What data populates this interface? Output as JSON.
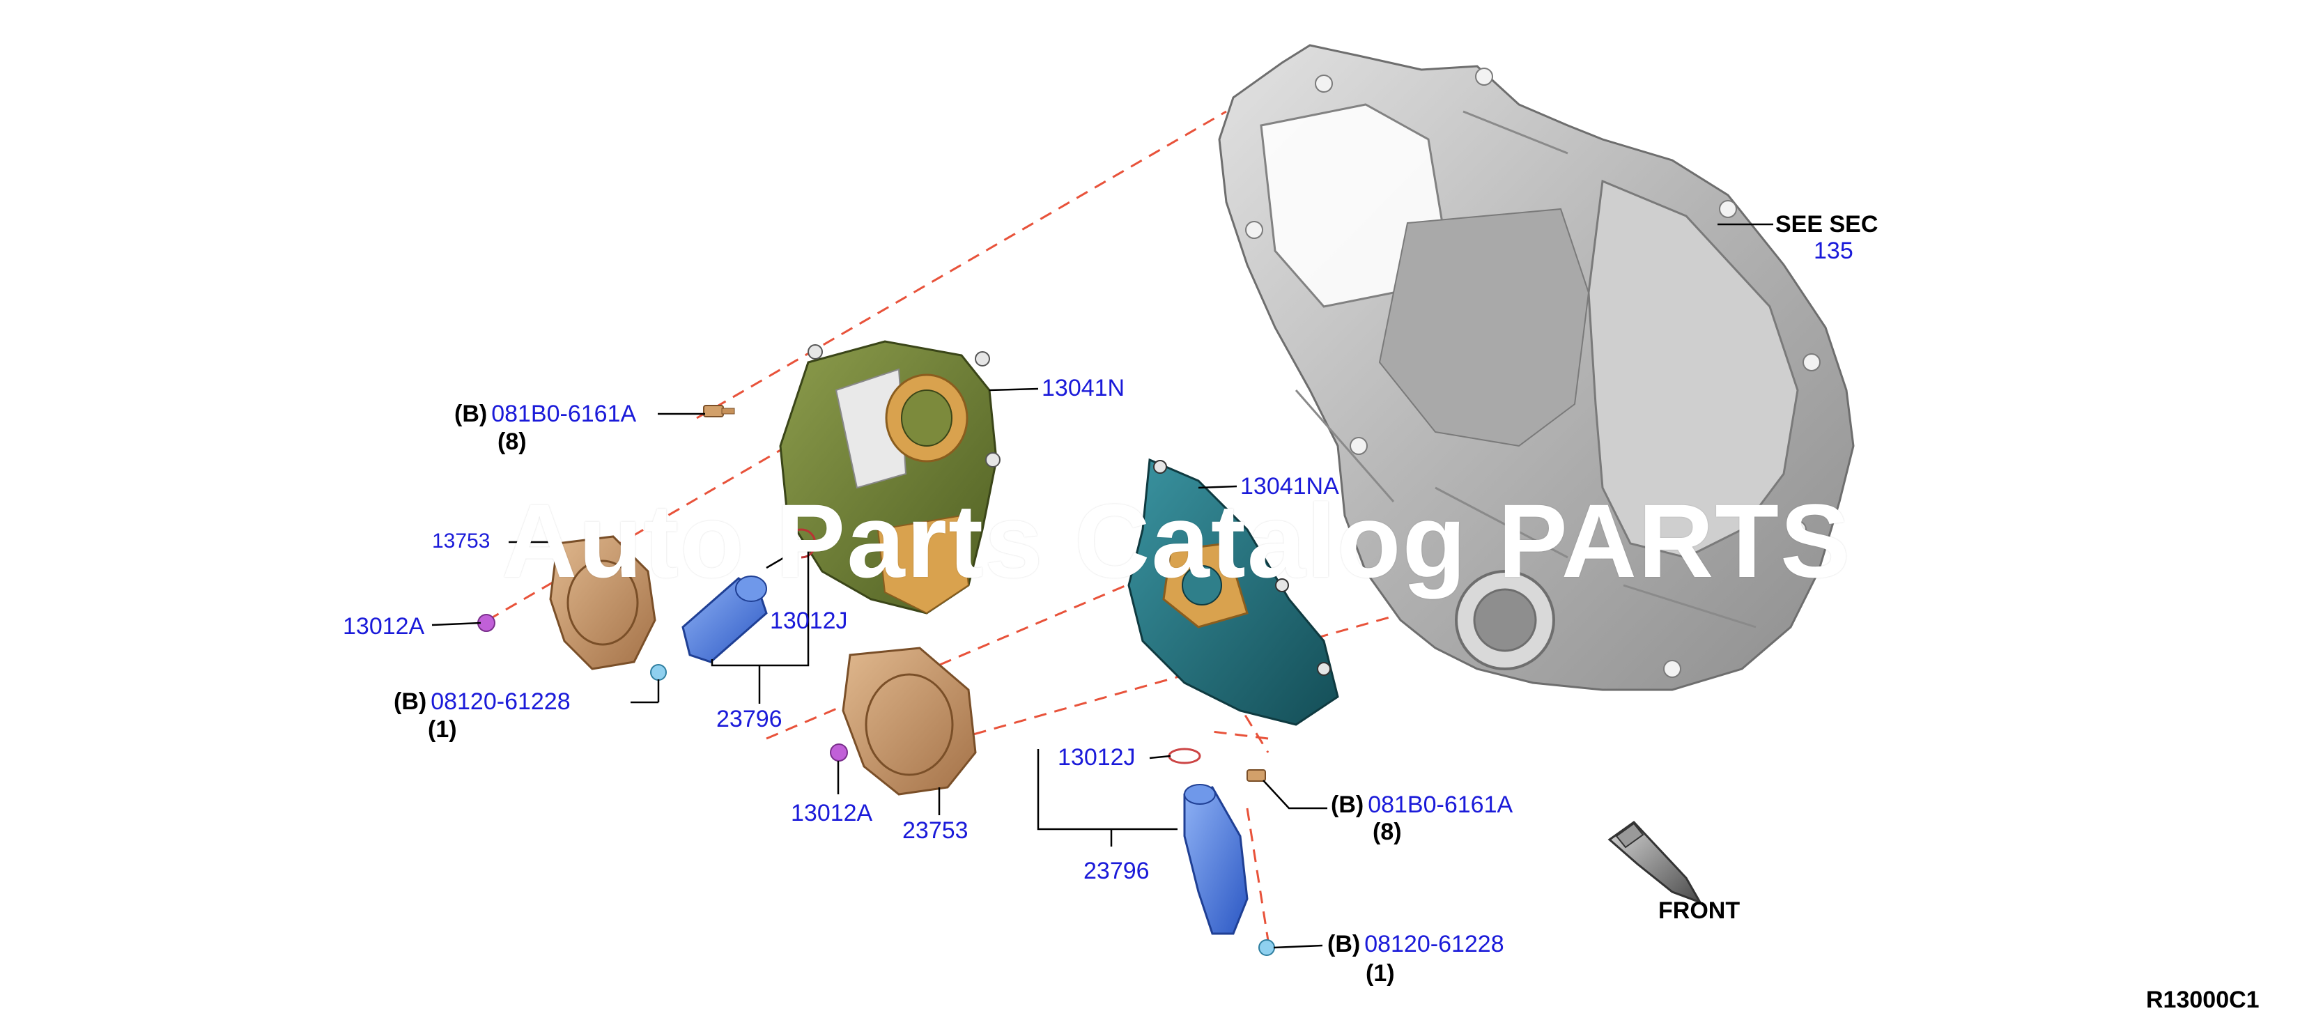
{
  "diagram_code": "R13000C1",
  "watermark": "Auto Parts Catalog PARTS",
  "direction_label": "FRONT",
  "see_section": {
    "label": "SEE SEC",
    "number": "135"
  },
  "callouts": {
    "cover_upper_part": "13041N",
    "cover_lower_part": "13041NA",
    "bolt_upper_prefix": "(B)",
    "bolt_upper_part": "081B0-6161A",
    "bolt_upper_qty": "(8)",
    "bolt_lower_prefix": "(B)",
    "bolt_lower_part": "081B0-6161A",
    "bolt_lower_qty": "(8)",
    "screw_left_prefix": "(B)",
    "screw_left_part": "08120-61228",
    "screw_left_qty": "(1)",
    "screw_right_prefix": "(B)",
    "screw_right_part": "08120-61228",
    "screw_right_qty": "(1)",
    "oring_left_part": "13012J",
    "oring_right_part": "13012J",
    "valve_left_part": "23796",
    "valve_right_part": "23796",
    "seal_left_part": "13012A",
    "seal_mid_part": "13012A",
    "sprocket_mid_part": "23753",
    "partial_label": "13753"
  },
  "colors": {
    "link_blue": "#1a1ad9",
    "engine_gray": "#b8b8b8",
    "cover_green": "#6f7f3a",
    "cover_teal": "#1f6f7a",
    "bronze": "#c99b6c",
    "valve_blue": "#4f7fe0",
    "dash_red": "#e8523a"
  }
}
